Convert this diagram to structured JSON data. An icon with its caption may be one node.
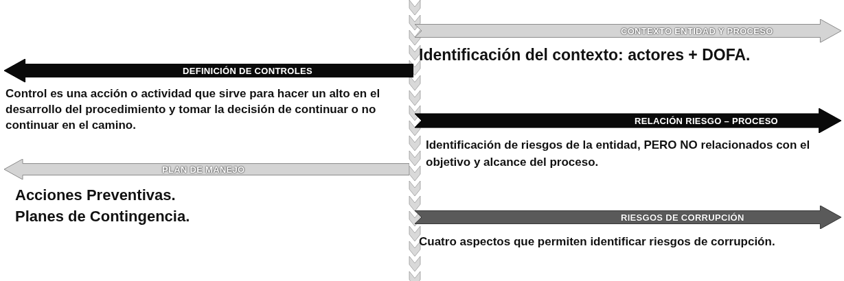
{
  "diagram": {
    "nodes": [
      {
        "text": [
          "CONTEXTO ENTIDAD Y PROCESO"
        ],
        "beside": [
          "Identificación del contexto: actores + DOFA."
        ]
      },
      {
        "text": [
          "DEFINICIÓN DE CONTROLES"
        ],
        "beside": [
          "Control es una acción o actividad que sirve para hacer un alto en el desarrollo del procedimiento y tomar la decisión de continuar o no continuar en el camino."
        ]
      },
      {
        "text": [
          "RELACIÓN RIESGO – PROCESO"
        ],
        "beside": [
          "Identificación de riesgos de la entidad, **PERO NO** relacionados con el objetivo y alcance del proceso."
        ]
      },
      {
        "text": [
          "PLAN DE MANEJO"
        ],
        "beside": [
          "Acciones Preventivas.",
          "Planes de Contingencia."
        ]
      },
      {
        "text": [
          "RIESGOS DE CORRUPCIÓN"
        ],
        "beside": [
          "Cuatro aspectos que permiten identificar riesgos de corrupción."
        ]
      }
    ]
  }
}
